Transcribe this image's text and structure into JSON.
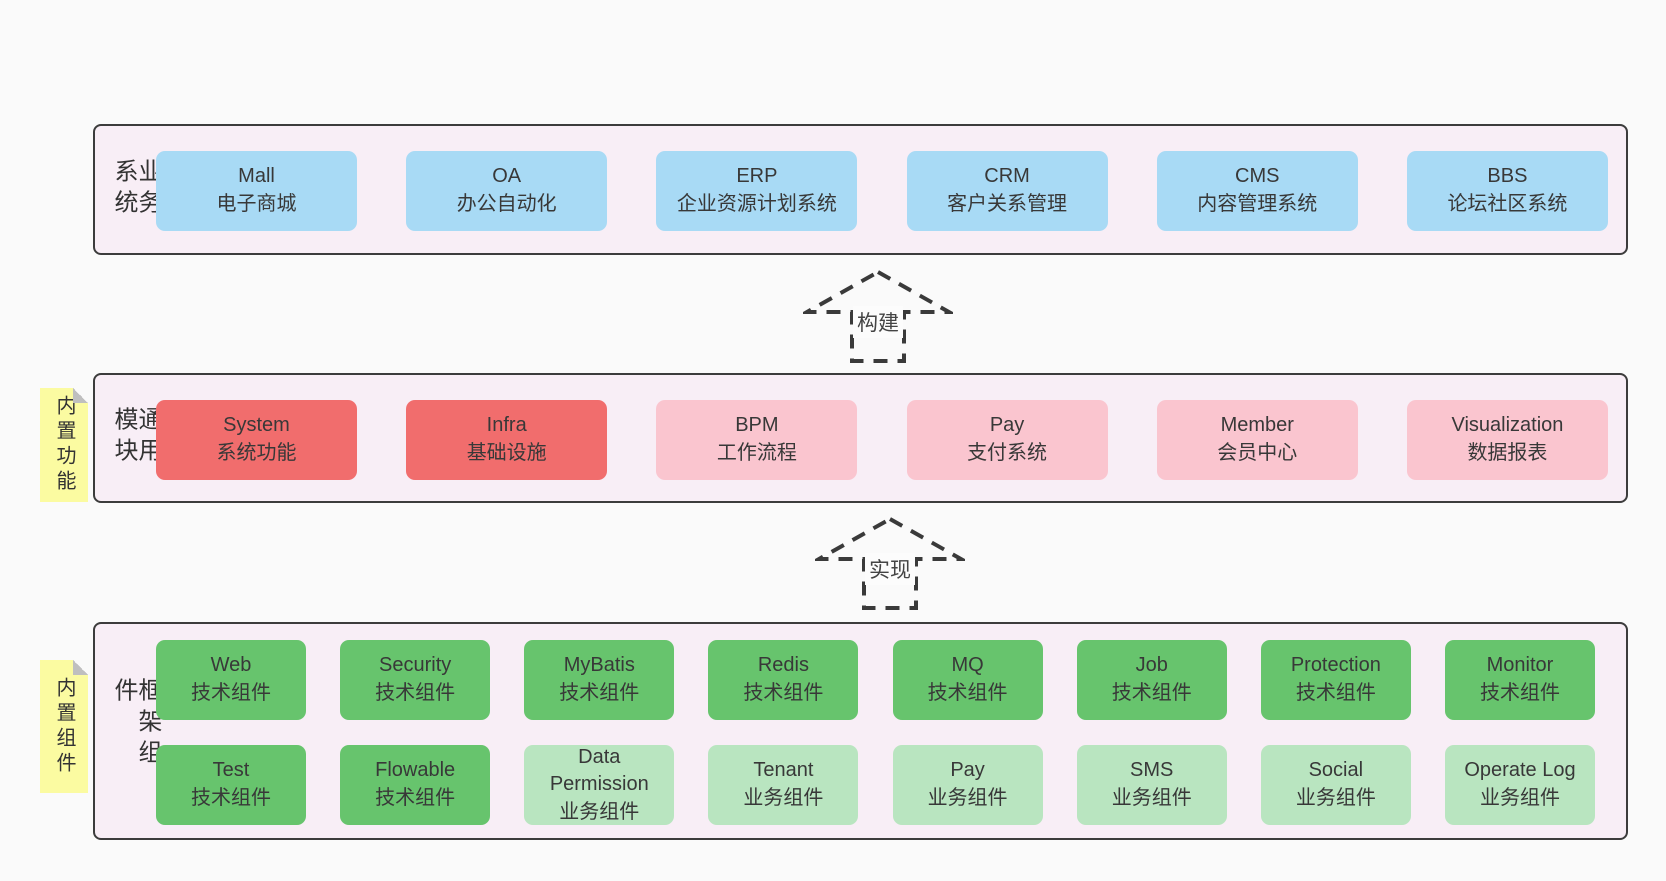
{
  "colors": {
    "page_background": "#fafafa",
    "section_background": "#f8eef6",
    "section_border": "#3c3c3c",
    "blue": "#a8daf5",
    "red": "#f16d6d",
    "pink": "#fac5cf",
    "green": "#67c46d",
    "lightgreen": "#b9e5c0",
    "sticky_yellow": "#fbfba1",
    "text": "#383838"
  },
  "arrows": [
    {
      "label": "构建"
    },
    {
      "label": "实现"
    }
  ],
  "sections": [
    {
      "side_label": "业务系统",
      "rows": [
        [
          {
            "en": "Mall",
            "zh": "电子商城",
            "variant": "blue"
          },
          {
            "en": "OA",
            "zh": "办公自动化",
            "variant": "blue"
          },
          {
            "en": "ERP",
            "zh": "企业资源计划系统",
            "variant": "blue"
          },
          {
            "en": "CRM",
            "zh": "客户关系管理",
            "variant": "blue"
          },
          {
            "en": "CMS",
            "zh": "内容管理系统",
            "variant": "blue"
          },
          {
            "en": "BBS",
            "zh": "论坛社区系统",
            "variant": "blue"
          }
        ]
      ]
    },
    {
      "side_label": "通用模块",
      "sticky_label": "内置功能",
      "rows": [
        [
          {
            "en": "System",
            "zh": "系统功能",
            "variant": "red"
          },
          {
            "en": "Infra",
            "zh": "基础设施",
            "variant": "red"
          },
          {
            "en": "BPM",
            "zh": "工作流程",
            "variant": "pink"
          },
          {
            "en": "Pay",
            "zh": "支付系统",
            "variant": "pink"
          },
          {
            "en": "Member",
            "zh": "会员中心",
            "variant": "pink"
          },
          {
            "en": "Visualization",
            "zh": "数据报表",
            "variant": "pink"
          }
        ]
      ]
    },
    {
      "side_label": "框架组件",
      "sticky_label": "内置组件",
      "rows": [
        [
          {
            "en": "Web",
            "zh": "技术组件",
            "variant": "green"
          },
          {
            "en": "Security",
            "zh": "技术组件",
            "variant": "green"
          },
          {
            "en": "MyBatis",
            "zh": "技术组件",
            "variant": "green"
          },
          {
            "en": "Redis",
            "zh": "技术组件",
            "variant": "green"
          },
          {
            "en": "MQ",
            "zh": "技术组件",
            "variant": "green"
          },
          {
            "en": "Job",
            "zh": "技术组件",
            "variant": "green"
          },
          {
            "en": "Protection",
            "zh": "技术组件",
            "variant": "green"
          },
          {
            "en": "Monitor",
            "zh": "技术组件",
            "variant": "green"
          }
        ],
        [
          {
            "en": "Test",
            "zh": "技术组件",
            "variant": "green"
          },
          {
            "en": "Flowable",
            "zh": "技术组件",
            "variant": "green"
          },
          {
            "en": "Data Permission",
            "zh": "业务组件",
            "variant": "lightgreen"
          },
          {
            "en": "Tenant",
            "zh": "业务组件",
            "variant": "lightgreen"
          },
          {
            "en": "Pay",
            "zh": "业务组件",
            "variant": "lightgreen"
          },
          {
            "en": "SMS",
            "zh": "业务组件",
            "variant": "lightgreen"
          },
          {
            "en": "Social",
            "zh": "业务组件",
            "variant": "lightgreen"
          },
          {
            "en": "Operate Log",
            "zh": "业务组件",
            "variant": "lightgreen"
          }
        ]
      ]
    }
  ]
}
